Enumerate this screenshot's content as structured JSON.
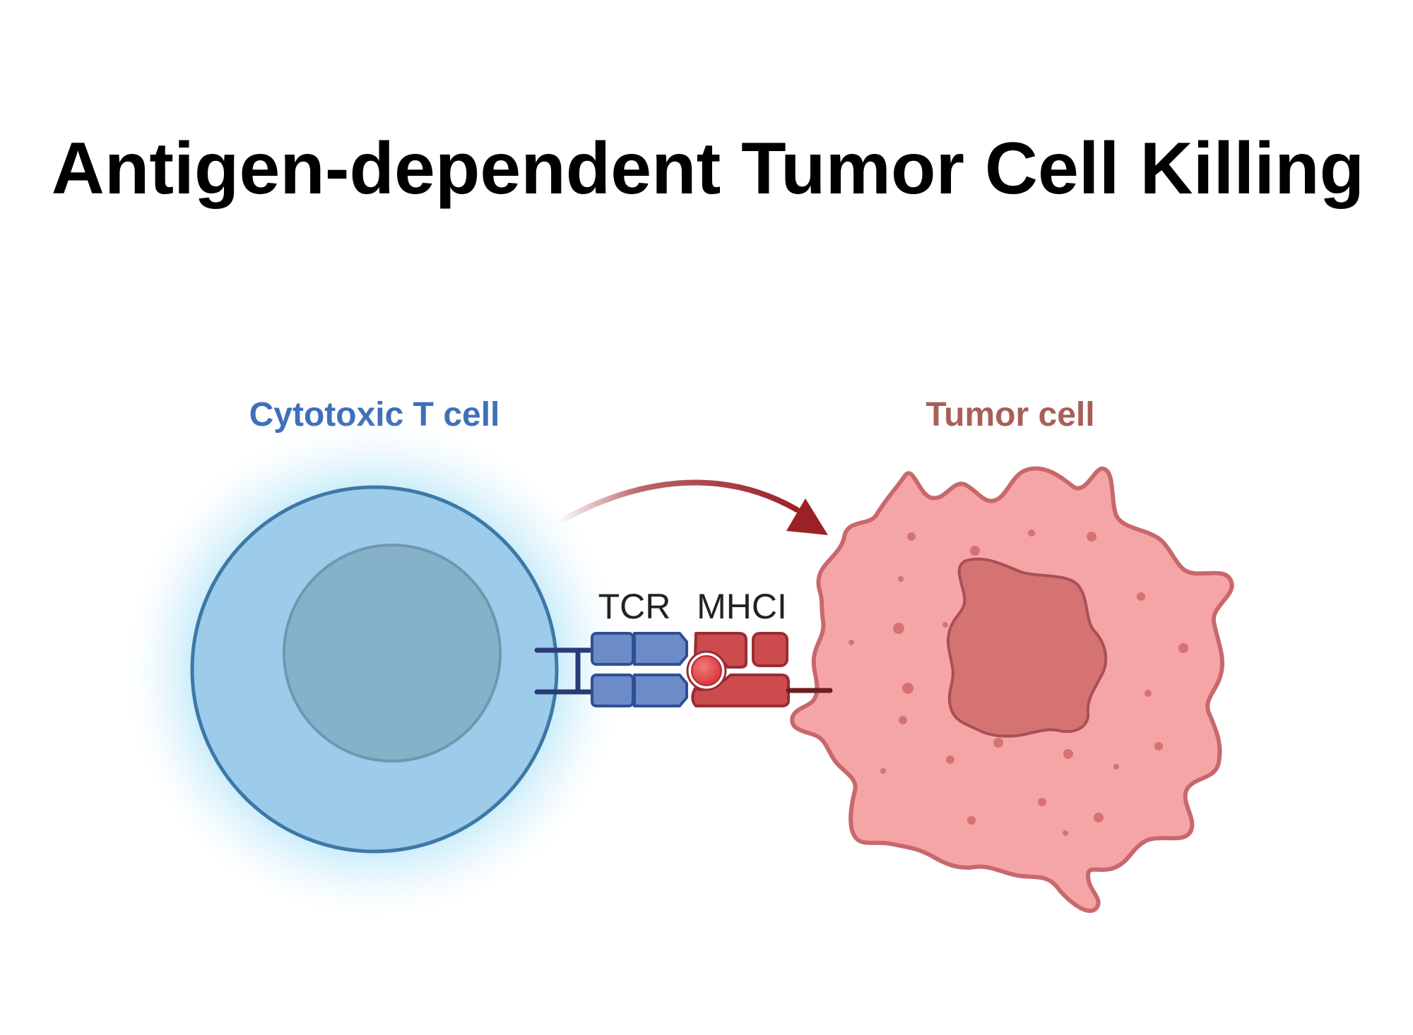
{
  "title": "Antigen-dependent Tumor Cell Killing",
  "labels": {
    "t_cell": "Cytotoxic T cell",
    "tumor_cell": "Tumor cell",
    "tcr": "TCR",
    "mhc": "MHCI"
  },
  "colors": {
    "t_cell_label": "#3f6fb8",
    "t_cell_fill": "#9dcbea",
    "t_cell_outline": "#3d78a6",
    "t_cell_nucleus": "#85b1c9",
    "t_cell_glow": "#5ec8f2",
    "tumor_label": "#a85f57",
    "tumor_fill": "#f6a5a7",
    "tumor_outline": "#c8686d",
    "tumor_nucleus": "#d47372",
    "tcr_fill": "#6b8cc7",
    "tcr_outline": "#2f4f95",
    "mhc_fill": "#cc4b4d",
    "mhc_outline": "#9b2c31",
    "arrow": "#9a2227",
    "stem": "#2b3b78"
  },
  "icons": {
    "arrow": "curved-arrow-icon",
    "antigen": "antigen-peptide-icon"
  }
}
